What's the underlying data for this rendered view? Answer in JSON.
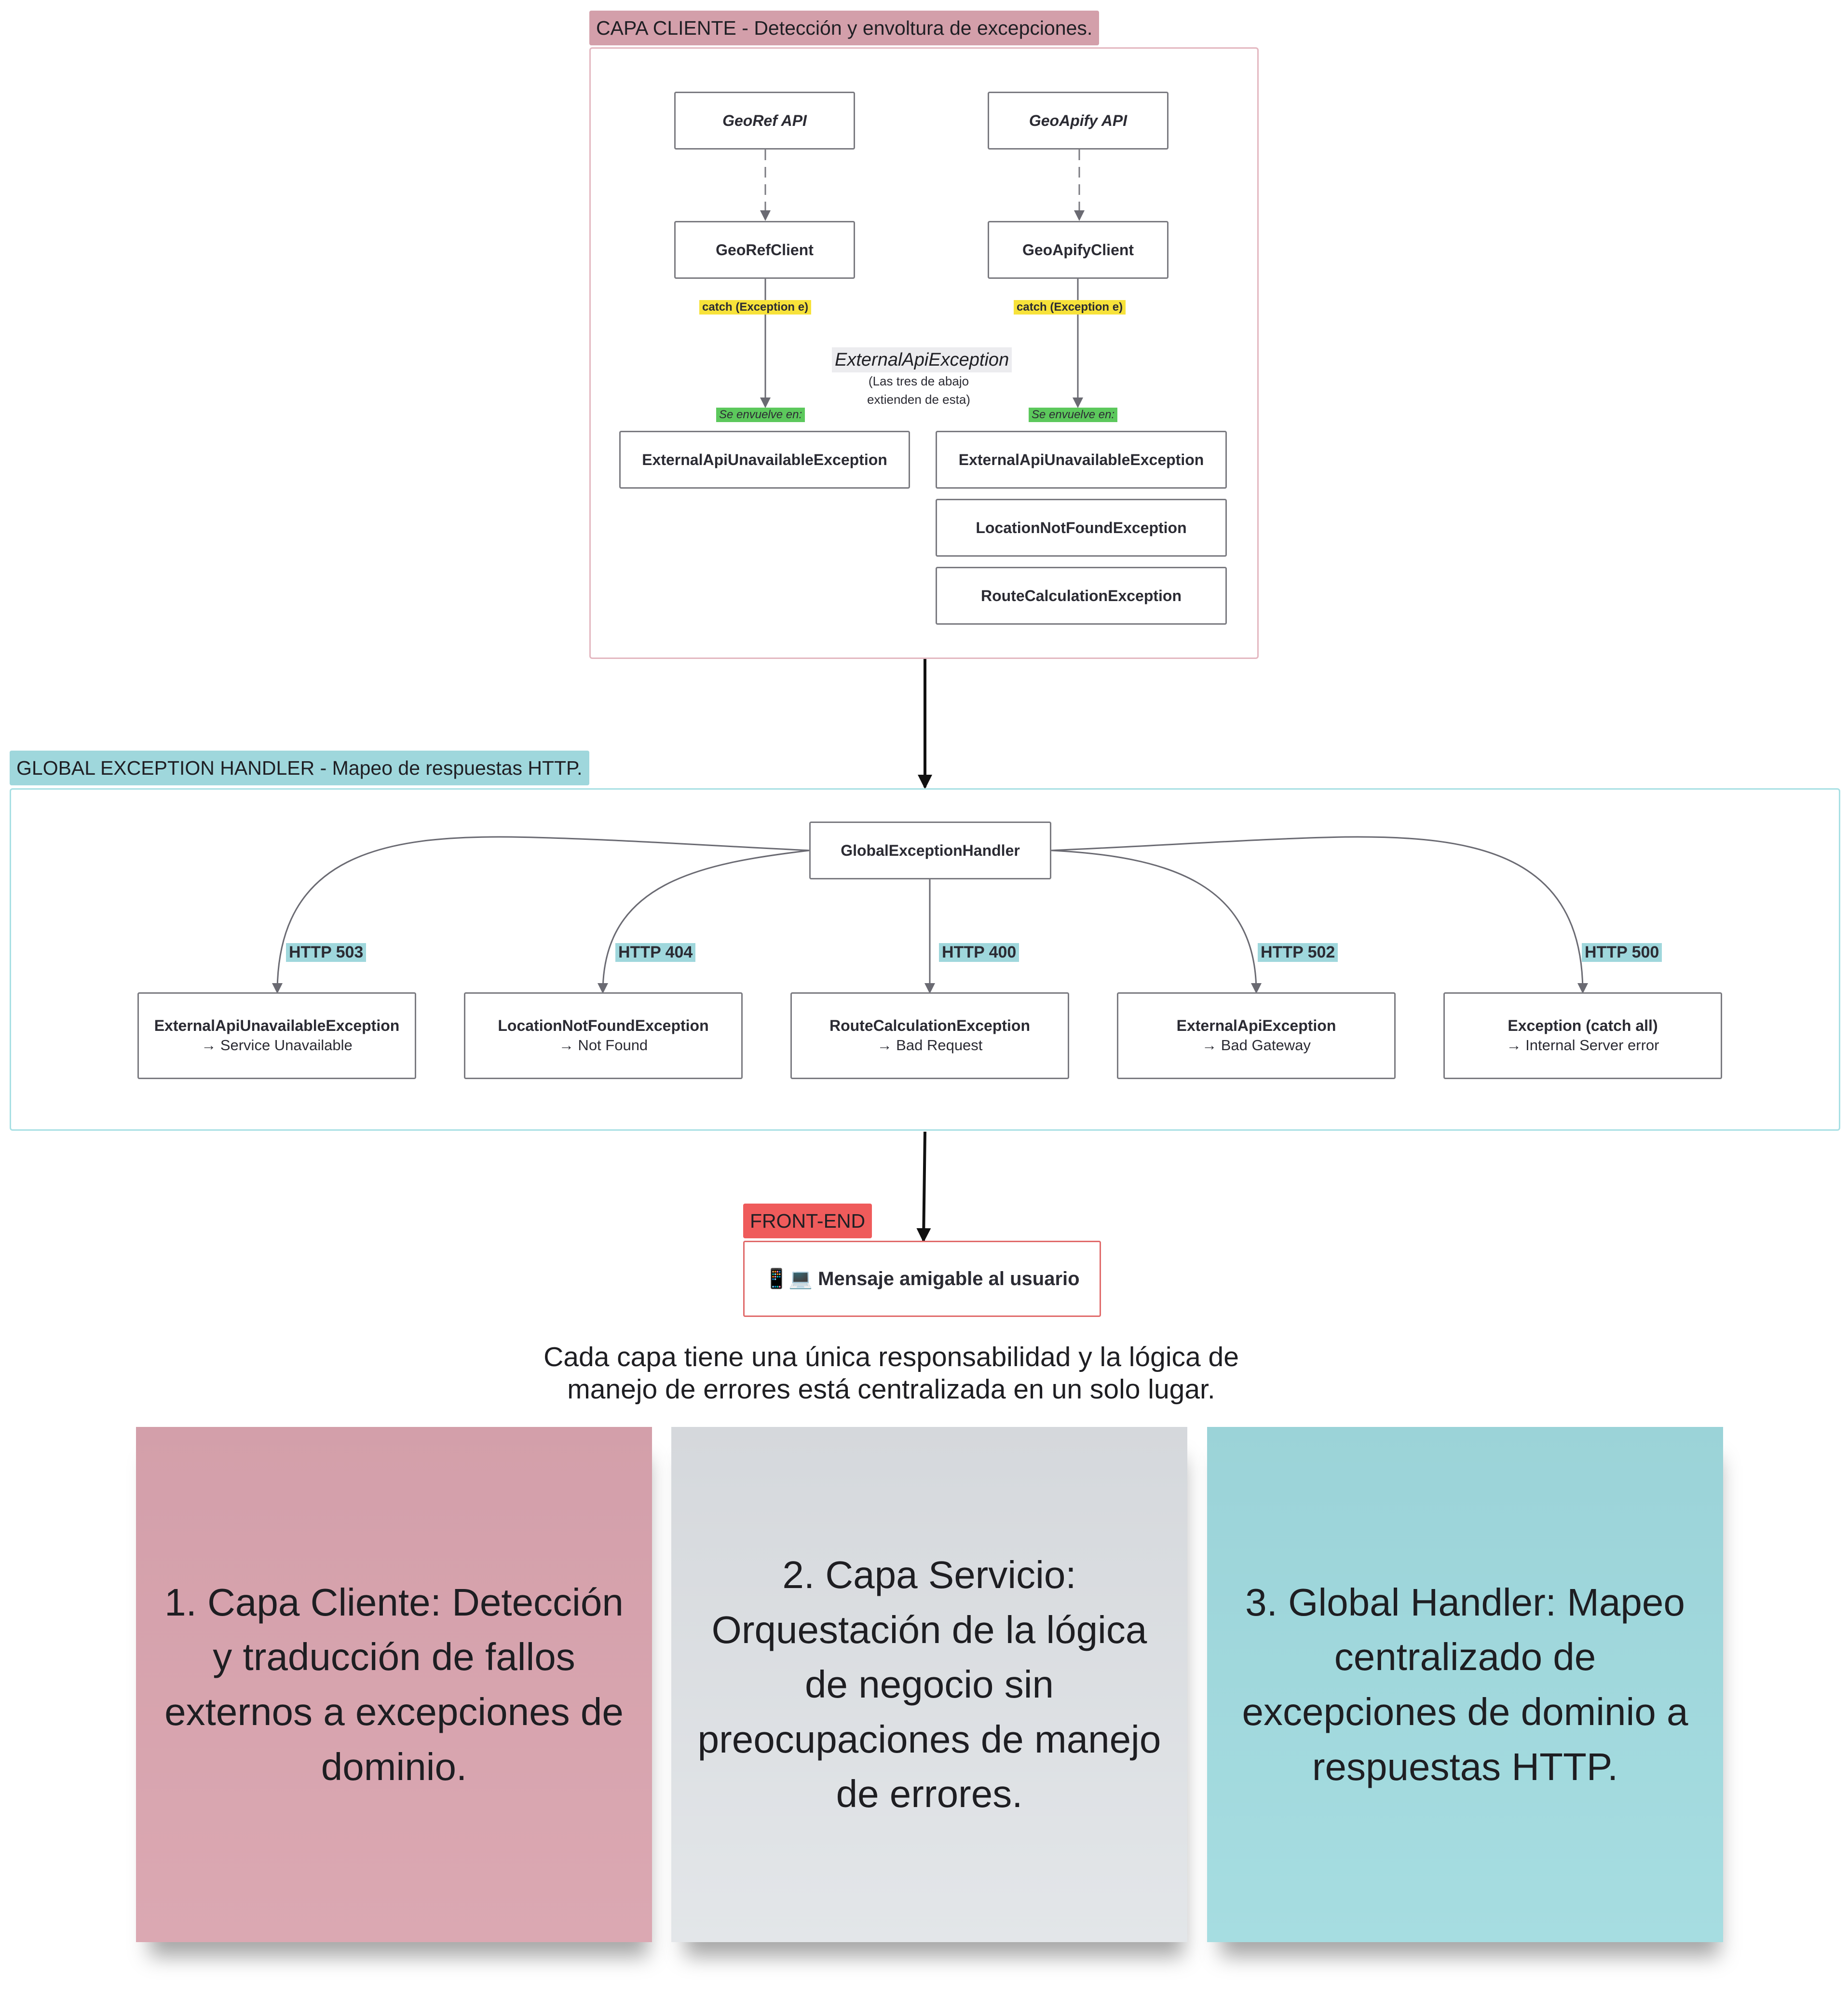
{
  "layers": {
    "client": {
      "title": "CAPA CLIENTE - Detección y envoltura de excepciones.",
      "apis": [
        "GeoRef API",
        "GeoApify API"
      ],
      "clients": [
        "GeoRefClient",
        "GeoApifyClient"
      ],
      "catch_label": "catch (Exception e)",
      "wrap_label": "Se envuelve en:",
      "base_exception": "ExternalApiException",
      "base_note_1": "(Las tres de abajo",
      "base_note_2": "extienden de esta)",
      "left_exceptions": [
        "ExternalApiUnavailableException"
      ],
      "right_exceptions": [
        "ExternalApiUnavailableException",
        "LocationNotFoundException",
        "RouteCalculationException"
      ]
    },
    "handler": {
      "title": "GLOBAL EXCEPTION HANDLER - Mapeo de respuestas HTTP.",
      "name": "GlobalExceptionHandler",
      "mappings": [
        {
          "status": "HTTP 503",
          "exception": "ExternalApiUnavailableException",
          "response": "→ Service Unavailable"
        },
        {
          "status": "HTTP 404",
          "exception": "LocationNotFoundException",
          "response": "→ Not Found"
        },
        {
          "status": "HTTP 400",
          "exception": "RouteCalculationException",
          "response": "→ Bad Request"
        },
        {
          "status": "HTTP 502",
          "exception": "ExternalApiException",
          "response": "→ Bad Gateway"
        },
        {
          "status": "HTTP 500",
          "exception": "Exception (catch all)",
          "response": "→ Internal Server error"
        }
      ]
    },
    "frontend": {
      "title": "FRONT-END",
      "message": "📱💻 Mensaje amigable al usuario"
    }
  },
  "summary": {
    "line_1": "Cada capa tiene una única responsabilidad y la lógica de",
    "line_2": "manejo de errores está centralizada en un solo lugar."
  },
  "notes": [
    {
      "text": "1. Capa Cliente: Detección y traducción de fallos externos a excepciones de dominio.",
      "color": "#d6a0ab"
    },
    {
      "text": "2. Capa Servicio: Orquestación de la lógica de negocio sin preocupaciones de manejo de errores.",
      "color": "#dcdfe3"
    },
    {
      "text": "3. Global Handler: Mapeo centralizado de excepciones de dominio a respuestas HTTP.",
      "color": "#9fd7dc"
    }
  ],
  "colors": {
    "client_accent": "#d39faa",
    "handler_accent": "#9fd7dc",
    "frontend_accent": "#ef5b5b",
    "catch_highlight": "#f7e23a",
    "wrap_highlight": "#5cc85c"
  }
}
